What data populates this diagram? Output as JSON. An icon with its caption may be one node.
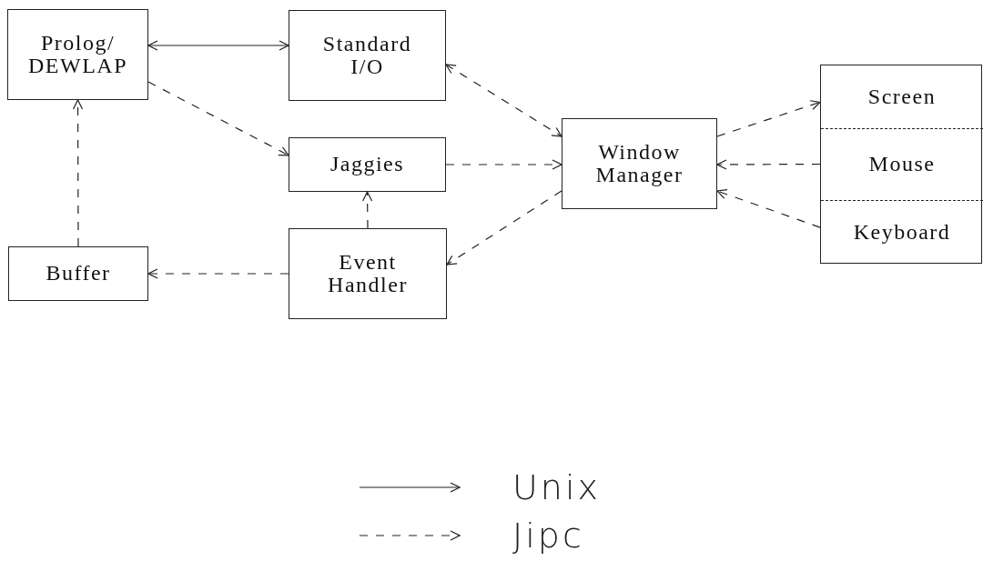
{
  "diagram": {
    "nodes": [
      {
        "text": [
          "Prolog/ DEWLAP"
        ]
      },
      {
        "text": [
          "Standard I/O"
        ]
      },
      {
        "text": [
          "Jaggies"
        ]
      },
      {
        "text": [
          "Window Manager"
        ]
      },
      {
        "text": [],
        "shape": "box"
      },
      {
        "text": [
          "Screen"
        ],
        "in": 4
      },
      {
        "text": [
          "Mouse"
        ],
        "in": 4
      },
      {
        "text": [
          "Keyboard"
        ],
        "in": 4
      },
      {
        "text": [
          "Buffer"
        ]
      },
      {
        "text": [
          "Event Handler"
        ]
      }
    ],
    "edges": [
      {
        "from": 0,
        "to": 1,
        "arrow": "both"
      },
      {
        "from": 0,
        "to": 2,
        "arrow": "to",
        "style": "dashed"
      },
      {
        "from": 1,
        "to": 3,
        "arrow": "both",
        "style": "dashed"
      },
      {
        "from": 2,
        "to": 3,
        "arrow": "to",
        "style": "dashed"
      },
      {
        "from": 3,
        "to": 9,
        "arrow": "to",
        "style": "dashed"
      },
      {
        "from": 9,
        "to": 8,
        "arrow": "to",
        "style": "dashed"
      },
      {
        "from": 9,
        "to": 2,
        "arrow": "to",
        "style": "dashed"
      },
      {
        "from": 8,
        "to": 0,
        "arrow": "to",
        "style": "dashed"
      },
      {
        "from": 3,
        "to": 5,
        "arrow": "to",
        "style": "dashed"
      },
      {
        "from": 6,
        "to": 3,
        "arrow": "to",
        "style": "dashed"
      },
      {
        "from": 7,
        "to": 3,
        "arrow": "to",
        "style": "dashed"
      }
    ],
    "legend": [
      {
        "text": "Unix"
      },
      {
        "text": "Jipc"
      }
    ]
  }
}
